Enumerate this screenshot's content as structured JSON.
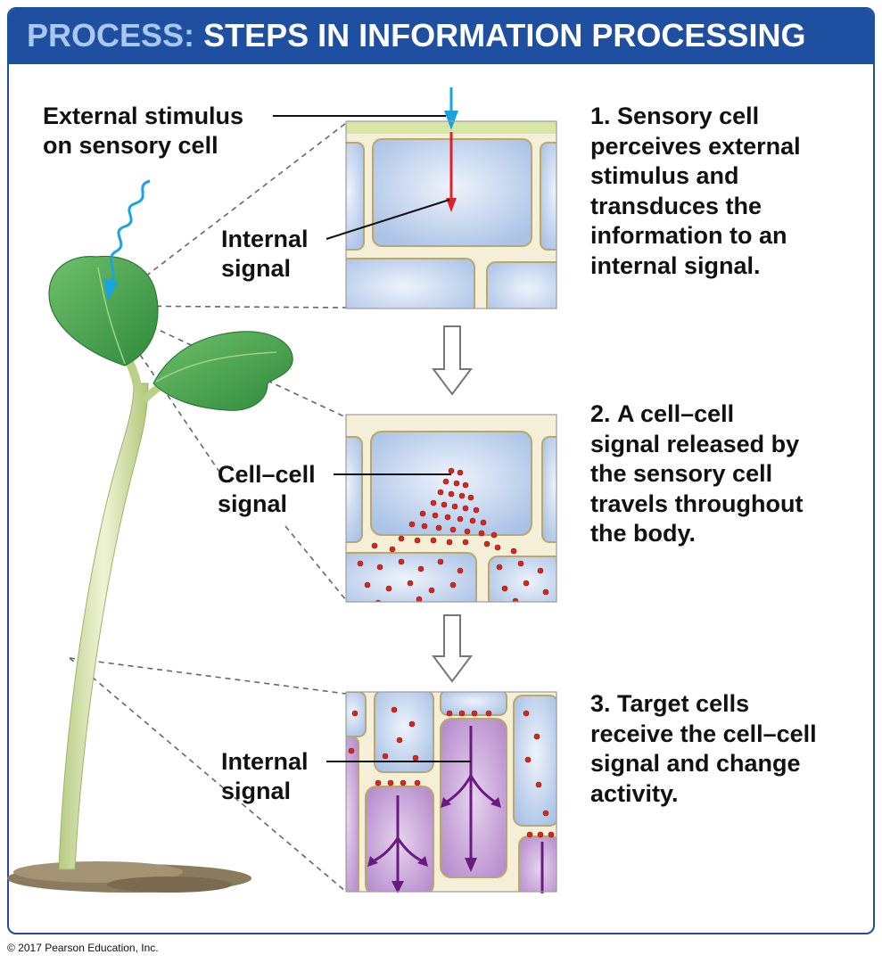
{
  "banner": {
    "keyword": "PROCESS:",
    "title": "STEPS IN INFORMATION PROCESSING"
  },
  "labels": {
    "external_stimulus_1": "External stimulus",
    "external_stimulus_2": "on sensory cell",
    "internal_signal_a_1": "Internal",
    "internal_signal_a_2": "signal",
    "cell_cell_signal_1": "Cell–cell",
    "cell_cell_signal_2": "signal",
    "internal_signal_b_1": "Internal",
    "internal_signal_b_2": "signal"
  },
  "steps": [
    {
      "number": "1.",
      "bold": "Sensory cell",
      "lines": [
        "perceives external",
        "stimulus and",
        "transduces the",
        "information to an",
        "internal signal."
      ]
    },
    {
      "number": "2.",
      "bold_lines": [
        "A cell–cell",
        "signal"
      ],
      "rest_first": " released by",
      "lines": [
        "the sensory cell",
        "travels throughout",
        "the body."
      ]
    },
    {
      "number": "3.",
      "bold": "Target cells",
      "lines": [
        "receive the cell–cell",
        "signal and change",
        "activity."
      ]
    }
  ],
  "copyright": "© 2017 Pearson Education, Inc.",
  "colors": {
    "banner": "#1f4fa0",
    "banner_keyword": "#a9c8ee",
    "cell_fill": "#c8d9f1",
    "cell_wall": "#f6f1dc",
    "signal_dots": "#d8281e",
    "stimulus": "#1aa3e0",
    "internal_arrow": "#e0222a",
    "target_cell": "#c8a3d8",
    "target_arrow": "#6a1b80",
    "leaf": "#4da84d",
    "stem": "#c9dc9e"
  },
  "icons": [
    "stimulus-wavy-arrow",
    "stimulus-straight-arrow",
    "internal-signal-arrow",
    "process-flow-arrow",
    "target-response-arrow"
  ]
}
